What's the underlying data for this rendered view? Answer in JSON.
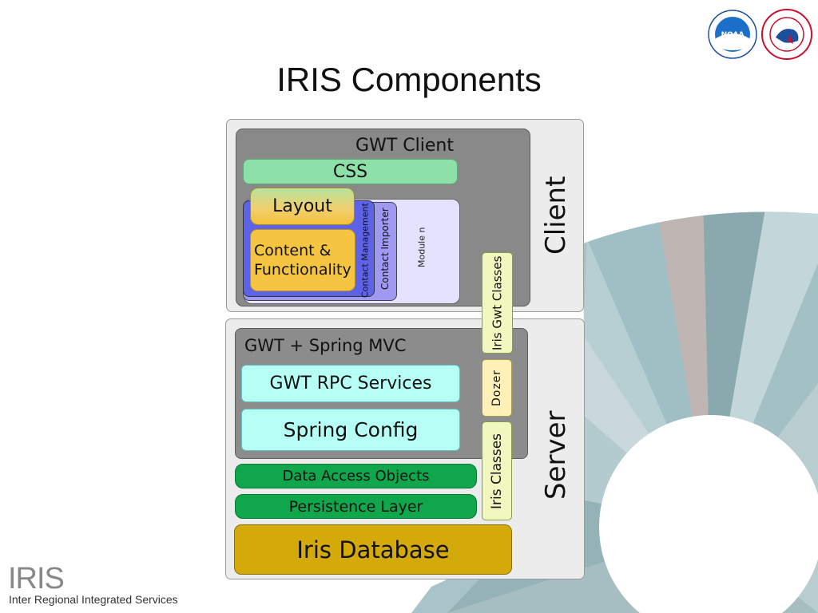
{
  "title": "IRIS Components",
  "logos": {
    "noaa": "NOAA",
    "nws": "NATIONAL WEATHER SERVICE"
  },
  "client": {
    "tier_label": "Client",
    "gwt_client": "GWT Client",
    "css": "CSS",
    "layout": "Layout",
    "content": "Content & Functionality",
    "modules": [
      "Contact Management",
      "Contact Importer",
      "Module n"
    ],
    "iris_gwt_classes": "Iris Gwt Classes"
  },
  "server": {
    "tier_label": "Server",
    "spring_mvc": "GWT + Spring MVC",
    "gwt_rpc": "GWT RPC Services",
    "spring_config": "Spring Config",
    "dozer": "Dozer",
    "iris_classes": "Iris Classes",
    "dao": "Data Access Objects",
    "persistence": "Persistence Layer",
    "database": "Iris Database"
  },
  "footer": {
    "logo_text": "IRIS",
    "subtitle": "Inter Regional Integrated Services"
  },
  "colors": {
    "css_green": "#8ee0a9",
    "layout_yellow": "#f4c23c",
    "module_blue": "#5d63e8",
    "rpc_cyan": "#b6fff4",
    "dao_green": "#0fa64c",
    "database_gold": "#d4a90a",
    "iris_classes_yellow": "#f0f8c0"
  }
}
